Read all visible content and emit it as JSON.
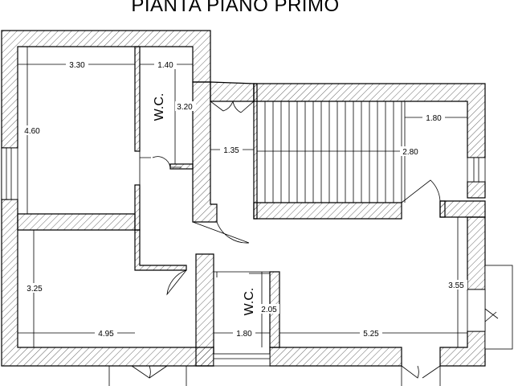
{
  "title": "PIANTA PIANO PRIMO",
  "wc_label": "W.C.",
  "dimensions": {
    "room1_width": "3.30",
    "wc1_width": "1.40",
    "room1_height": "4.60",
    "wc1_height": "3.20",
    "corridor_width": "1.35",
    "stair_width": "1.80",
    "stair_length": "2.80",
    "room2_height": "3.25",
    "room2_width": "4.95",
    "wc2_width": "1.80",
    "wc2_height": "2.05",
    "hall_width": "5.25",
    "hall_height": "3.55"
  }
}
